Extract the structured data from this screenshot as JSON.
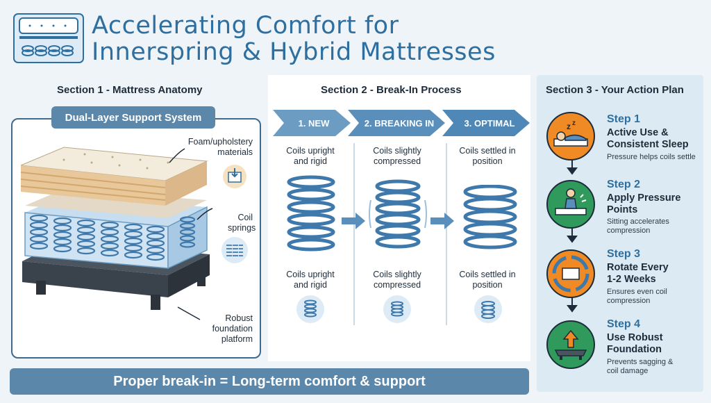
{
  "title": {
    "line1": "Accelerating Comfort for",
    "line2": "Innerspring & Hybrid Mattresses"
  },
  "section1": {
    "title": "Section 1 - Mattress Anatomy",
    "badge": "Dual-Layer Support System",
    "labels": {
      "foam": "Foam/upholstery materials",
      "coil": "Coil springs",
      "foundation": "Robust foundation platform"
    }
  },
  "section2": {
    "title": "Section 2 - Break-In Process",
    "stages": [
      {
        "label": "1. NEW",
        "top_caption": "Coils upright and rigid",
        "bottom_caption": "Coils upright and rigid"
      },
      {
        "label": "2. BREAKING IN",
        "top_caption": "Coils slightly compressed",
        "bottom_caption": "Coils slightly compressed"
      },
      {
        "label": "3. OPTIMAL",
        "top_caption": "Coils settled in position",
        "bottom_caption": "Coils settled in position"
      }
    ]
  },
  "section3": {
    "title": "Section 3 - Your Action Plan",
    "steps": [
      {
        "step": "Step 1",
        "title": "Active Use & Consistent Sleep",
        "desc": "Pressure helps coils settle",
        "icon": "sleeping-person-icon"
      },
      {
        "step": "Step 2",
        "title": "Apply Pressure Points",
        "desc": "Sitting accelerates compression",
        "icon": "sitting-person-icon"
      },
      {
        "step": "Step 3",
        "title": "Rotate Every 1-2 Weeks",
        "desc": "Ensures even coil compression",
        "icon": "rotate-mattress-icon"
      },
      {
        "step": "Step 4",
        "title": "Use Robust Foundation",
        "desc": "Prevents sagging & coil damage",
        "icon": "foundation-icon"
      }
    ]
  },
  "footer": "Proper break-in = Long-term comfort & support",
  "colors": {
    "blue": "#2f6f9f",
    "slate": "#5b87aa",
    "orange": "#f08a24",
    "green": "#2f9a5c",
    "navy": "#1d2b3a"
  }
}
